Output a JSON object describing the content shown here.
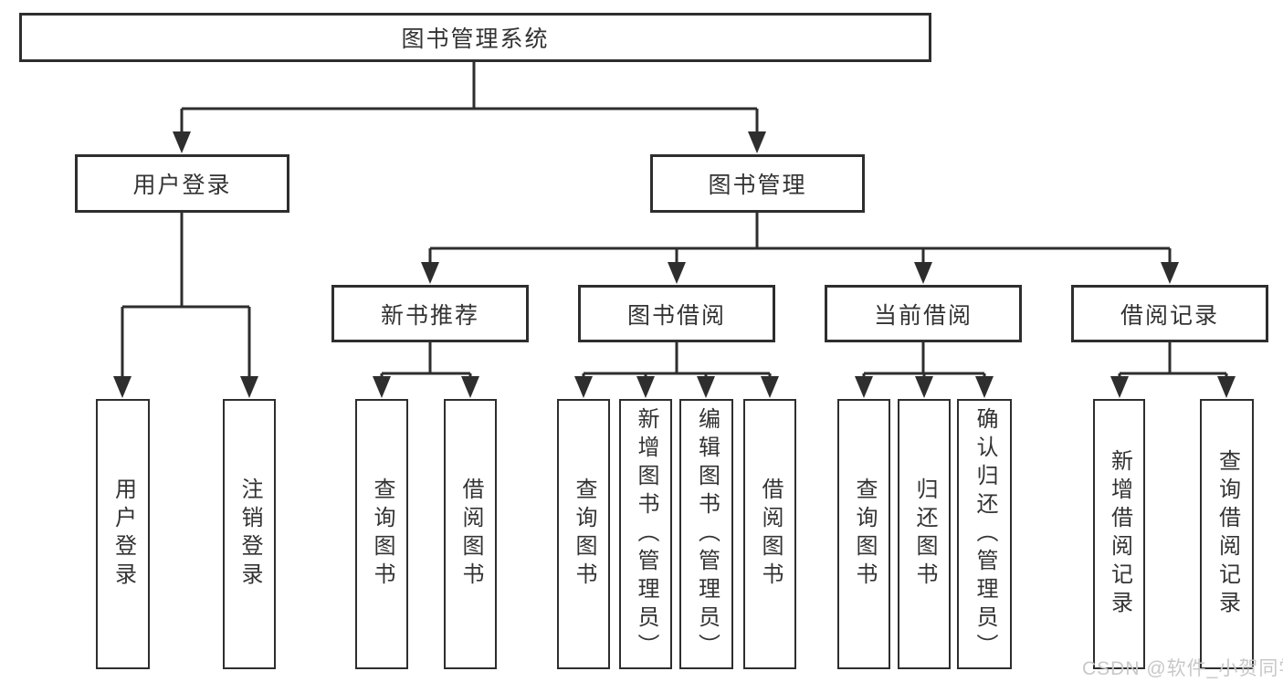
{
  "colors": {
    "line": "#2e2e2e",
    "box_border": "#2e2e2e",
    "text": "#333333",
    "background": "#ffffff",
    "watermark_text": "#c8c8c8"
  },
  "root": {
    "label": "图书管理系统"
  },
  "user_branch": {
    "label": "用户登录",
    "children": [
      {
        "label": "用户登录"
      },
      {
        "label": "注销登录"
      }
    ]
  },
  "book_branch": {
    "label": "图书管理",
    "groups": [
      {
        "label": "新书推荐",
        "children": [
          {
            "label": "查询图书"
          },
          {
            "label": "借阅图书"
          }
        ]
      },
      {
        "label": "图书借阅",
        "children": [
          {
            "label": "查询图书"
          },
          {
            "label": "新增图书（管理员）"
          },
          {
            "label": "编辑图书（管理员）"
          },
          {
            "label": "借阅图书"
          }
        ]
      },
      {
        "label": "当前借阅",
        "children": [
          {
            "label": "查询图书"
          },
          {
            "label": "归还图书"
          },
          {
            "label": "确认归还（管理员）"
          }
        ]
      },
      {
        "label": "借阅记录",
        "children": [
          {
            "label": "新增借阅记录"
          },
          {
            "label": "查询借阅记录"
          }
        ]
      }
    ]
  },
  "watermark": "CSDN @软件_小贺同学"
}
